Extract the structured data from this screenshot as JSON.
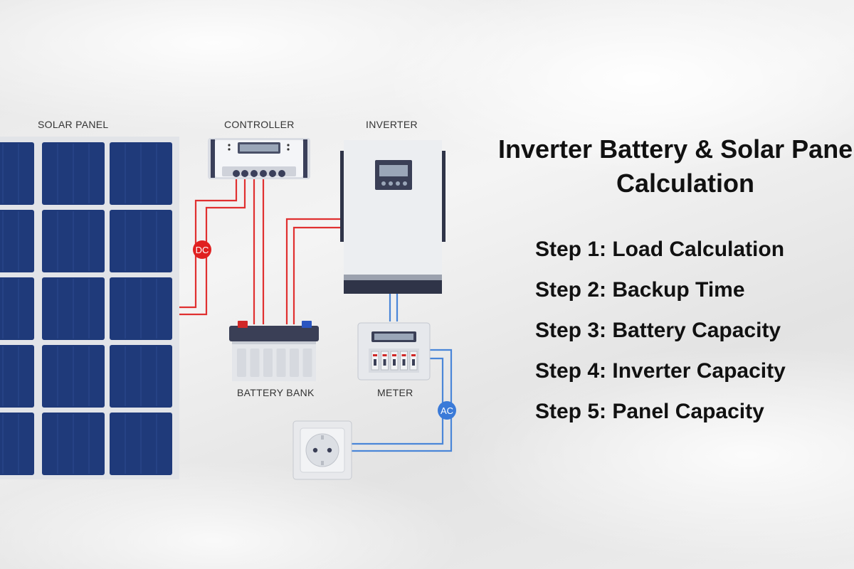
{
  "labels": {
    "solar_panel": "SOLAR PANEL",
    "controller": "CONTROLLER",
    "inverter": "INVERTER",
    "battery_bank": "BATTERY BANK",
    "meter": "METER",
    "dc_badge": "DC",
    "ac_badge": "AC"
  },
  "title": {
    "line1": "Inverter Battery & Solar Panel",
    "line2": "Calculation"
  },
  "steps": [
    "Step 1: Load Calculation",
    "Step 2: Backup Time",
    "Step 3: Battery Capacity",
    "Step 4: Inverter Capacity",
    "Step 5: Panel Capacity"
  ],
  "colors": {
    "panel_cell": "#1f3a7a",
    "dc_wire": "#e03030",
    "ac_wire": "#4a86d8",
    "dc_badge": "#e02020",
    "ac_badge": "#3a7ad8",
    "device_body": "#e8e9ec",
    "device_dark": "#2f3448"
  }
}
